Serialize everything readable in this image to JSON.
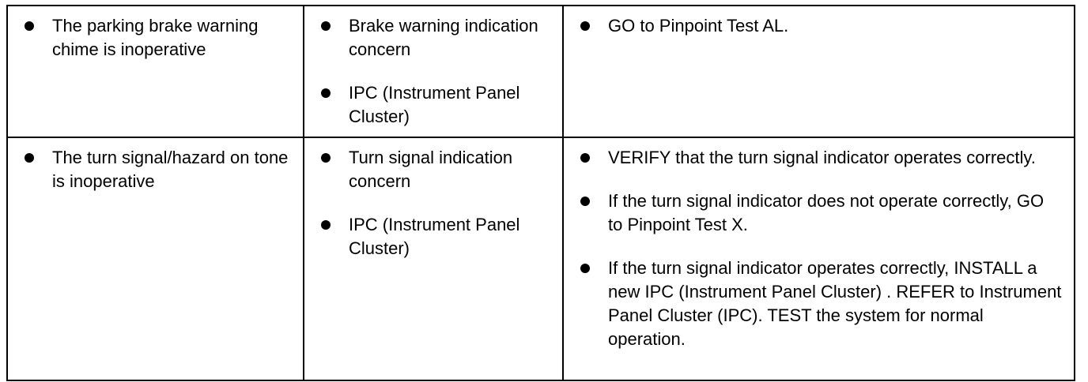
{
  "rows": [
    {
      "condition": [
        "The parking brake warning chime is inoperative"
      ],
      "possible_sources": [
        "Brake warning indication concern",
        "IPC (Instrument Panel Cluster)"
      ],
      "actions": [
        "GO to Pinpoint Test AL."
      ]
    },
    {
      "condition": [
        "The turn signal/hazard on tone is inoperative"
      ],
      "possible_sources": [
        "Turn signal indication concern",
        "IPC (Instrument Panel Cluster)"
      ],
      "actions": [
        "VERIFY that the turn signal indicator operates correctly.",
        "If the turn signal indicator does not operate correctly, GO to Pinpoint Test X.",
        "If the turn signal indicator operates correctly, INSTALL a new IPC (Instrument Panel Cluster) . REFER to Instrument Panel Cluster (IPC). TEST the system for normal operation."
      ]
    }
  ]
}
